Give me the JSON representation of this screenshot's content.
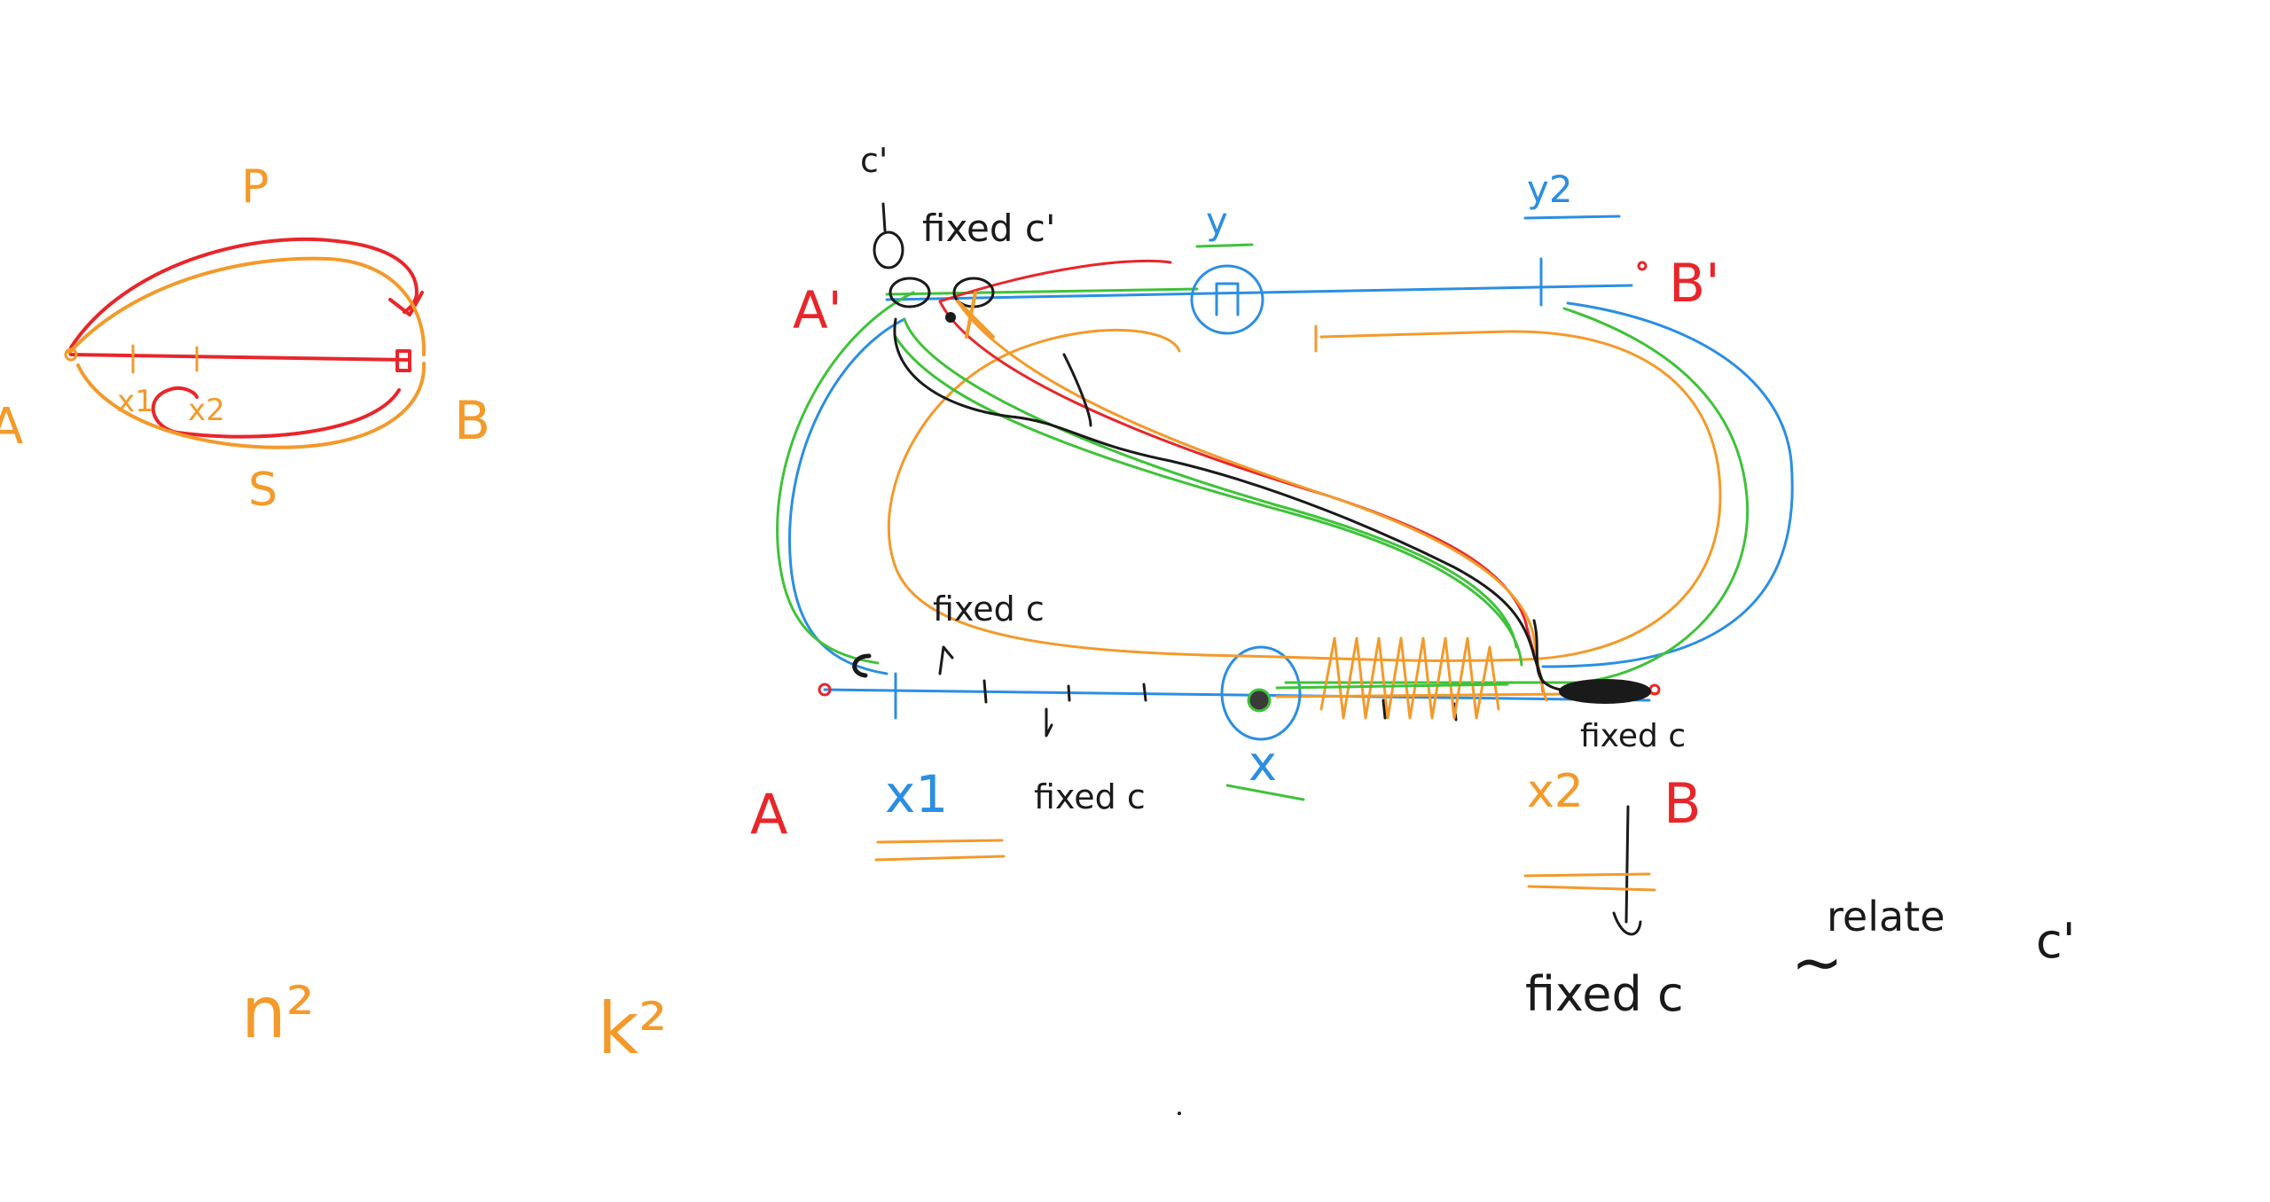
{
  "colors": {
    "red": "#e8262a",
    "orange": "#f39a2b",
    "blue": "#2b8ee3",
    "green": "#3fc23a",
    "black": "#1a1a1a"
  },
  "left_sketch": {
    "label_p": "P",
    "label_s": "S",
    "label_a": "A",
    "label_b": "B",
    "label_x1": "x1",
    "label_x2": "x2"
  },
  "main_sketch": {
    "label_c_prime_top": "c'",
    "label_fixed_c_prime": "fixed c'",
    "label_y": "y",
    "label_y2": "y2",
    "label_a_prime": "A'",
    "label_b_prime": "B'",
    "label_fixed_c_mid": "fixed c",
    "label_c_bottom": "c",
    "label_a_bottom": "A",
    "label_x1": "x1",
    "label_fixed_c_bottom": "fixed c",
    "label_x": "x",
    "label_fixed_c_right": "fixed c",
    "label_x2": "x2",
    "label_b_bottom": "B"
  },
  "bottom_notes": {
    "n_squared": "n²",
    "k_squared": "k²",
    "fixed_c": "fixed c",
    "relate": "relate",
    "tilde": "~",
    "c_prime": "c'"
  }
}
